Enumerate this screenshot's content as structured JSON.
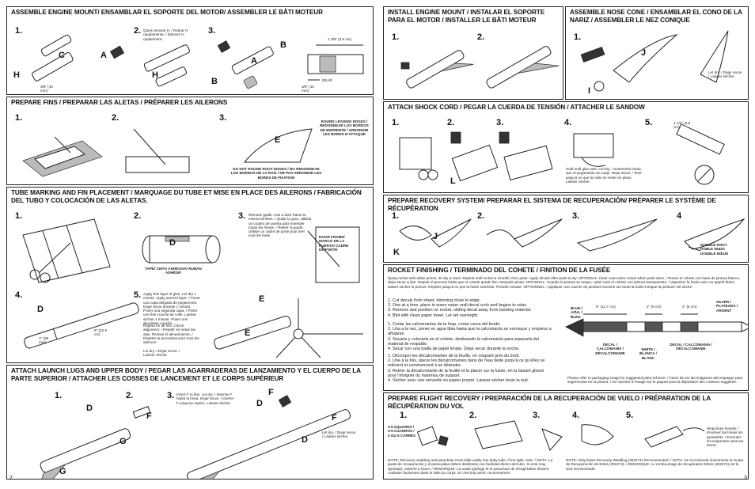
{
  "left": {
    "page_number": "2",
    "engine_mount": {
      "header": "ASSEMBLE ENGINE MOUNT/ ENSAMBLAR EL SOPORTE DEL MOTOR/ ASSEMBLER LE BÂTI MOTEUR",
      "steps": [
        "1.",
        "2.",
        "3."
      ],
      "step2_text": "Quick remove H. / Retirar H rapidamente. / Enlevez H rapidement.",
      "labels": {
        "c": "C",
        "a": "A",
        "h": "H",
        "b": "B"
      },
      "dim_38": "3/8\" (10 mm)",
      "dim_138": "1 3/8\" (3.5 cm)",
      "dim_rear_38": "3/8\" (10 mm)",
      "rear": "REAR"
    },
    "fins": {
      "header": "PREPARE FINS / PREPARAR LAS ALETAS / PRÉPARER LES AILERONS",
      "steps": [
        "1.",
        "2.",
        "3."
      ],
      "label_e": "E",
      "round_edges": "ROUND LEADING EDGES / REDONDEAR LOS BORDOS DE ENFRENTE / ARRONDIR LES BORDS D'ATTAQUE",
      "no_round": "DO NOT ROUND ROOT EDGES / NO REDONDEAR LOS BORDOS DE LA RAIZ / NE PAS ARRONDIR LES BORDS DE FIXATION"
    },
    "tube_marking": {
      "header": "TUBE MARKING AND FIN PLACEMENT / MARQUAGE DU TUBE ET MISE EN PLACE DES AILERONS / FABRICACIÓN DEL TUBO Y COLOCACIÓN DE LAS ALETAS.",
      "steps": [
        "1.",
        "2.",
        "3.",
        "4.",
        "5."
      ],
      "label_d": "D",
      "label_e": "E",
      "tape": "TAPE/ CINTA ADHESIVA/ RUBAN ADHÉSIF",
      "step3_text": "Remove guide. Use a door frame to extend all lines. / Quitar la guía. Utilizar un cuadro de puerta para extender todas las líneas. / Retirer la guide. Utiliser un cadre de porte pour tirer tous les traits.",
      "door_frame": "DOOR FRAME/ MARCO DE LA PUERTA/ CADRE DE PORTE",
      "step5_text": "Apply thin layer of glue. Let dry 1 minute. Apply second layer. / Poner una capa delgada de pegamento. Dejar secar durante 1 minuto. Poner una segunda capa. / Poser une fine couche de colle. Laisser sécher 1 minute. Poser une deuxième couche.",
      "repeat": "Repeat for all fins. Check alignment. / Repetir en todas las alas. Revisar el alineamiento. / Répéter la procédure pour tous les ailerons.",
      "let_dry": "Let dry. / Dejar secar. / Laisser sécher.",
      "dim_1": "1\" (25 mm)",
      "dim_9": "9\" (22.9 cm)"
    },
    "launch_lugs": {
      "header": "ATTACH LAUNCH LUGS AND UPPER BODY / PEGAR LAS AGARRADERAS DE LANZAMIENTO Y EL CUERPO DE LA PARTE SUPERIOR / ATTACHER LES COSSES DE LANCEMENT ET LE CORPS SUPÉRIEUR",
      "steps": [
        "1.",
        "2.",
        "3."
      ],
      "step3_text": "Insert F to line. Let dry. / Insertar F hasta la línea. Dejar secar. / Insérer F jusqu'au repère. Laisser sécher.",
      "labels": {
        "d": "D",
        "f": "F",
        "g": "G"
      },
      "let_dry": "Let dry. / Dejar secar. / Laisser sécher."
    }
  },
  "right": {
    "page_number": "3",
    "install_mount": {
      "header": "INSTALL ENGINE MOUNT / INSTALAR EL SOPORTE PARA EL MOTOR / INSTALLER LE BÂTI MOTEUR",
      "steps": [
        "1.",
        "2."
      ]
    },
    "nose_cone": {
      "header": "ASSEMBLE NOSE CONE / ENSAMBLAR EL CONO DE LA NARIZ / ASSEMBLER LE NEZ CONIQUE",
      "steps": [
        "1."
      ],
      "labels": {
        "j": "J",
        "i": "I"
      },
      "let_dry": "Let dry. / Dejar secar. / Laisser sécher."
    },
    "shock_cord": {
      "header": "ATTACH SHOCK CORD / PEGAR LA CUERDA DE TENSIÓN / ATTACHER LE SANDOW",
      "steps": [
        "1.",
        "2.",
        "3.",
        "4.",
        "5."
      ],
      "label_l": "L",
      "hold": "Hold until glue sets. Let dry. / Sostenerlo hasta que el pegamento se cuaje. Dejar secar. / Tenir jusqu'à ce que la colle se mette en place. Laisser sécher.",
      "dim": "1 1/2\" (3.8 cm)"
    },
    "recovery": {
      "header": "PREPARE RECOVERY SYSTEM/ PREPARAR EL SISTEMA DE RECUPERACIÓN/ PRÉPARER LE SYSTÈME DE RÉCUPÉRATION",
      "steps": [
        "1.",
        "2.",
        "3.",
        "4"
      ],
      "labels": {
        "j": "J",
        "k": "K"
      },
      "knot": "DOUBLE KNOT DOBLE NUDO DOUBLE NŒUD"
    },
    "finishing": {
      "header": "ROCKET FINISHING / TERMINADO DEL COHETE / FINITION DE LA FUSÉE",
      "intro": "Spray rocket with white primer, let dry & sand. Repeat until rocket is smooth, then paint. Apply decals after paint is dry. OPTIONAL: Clear coat entire rocket when paint dries. / Rociar el cohete con base de pintura blanca, dejar secar & lijar. Repetir el proceso hasta que el cohete quede liso. Después pintar. OPCIONAL: Cuando la pintura se seque, cubrir todo el cohete con pintura transparente. / Vaporiser la fusée avec un apprêt blanc, laisser sécher et poncer. Répéter jusqu'à ce que la fusée soit lisse. Peindre ensuite. OPTIONNEL : Appliquer une couche de peinture incolore sur toute la fusée lorsque la peinture est sèche.",
      "instructions_en": [
        "1. Cut decals from sheet, trimming close to edge.",
        "2. One at a time, place in warm water until decal curls and begins to relax.",
        "3. Remove and position on rocket, sliding decal away from backing material.",
        "4. Blot with clean paper towel. Let set overnight."
      ],
      "instructions_es": [
        "1. Cortar las calcomanías de la hoja, cortar cerca del bordo.",
        "2. Una a la vez, poner en agua tibia hasta que la calcomanía se enrosque y empiece a aflojarse.",
        "3. Sacarla y colocarla en el cohete, deslizando la calcomanía para separarla del material de respaldo.",
        "4. Secar con una toalla de papel limpia. Dejar secar durante la noche."
      ],
      "instructions_fr": [
        "1. Découper les décalcomanies de la feuille, en coupant près du bord.",
        "2. Une à la fois, placer les décalcomanies dans de l'eau tiède jusqu'à ce qu'elles se relèvent et commencent à se détendre.",
        "3. Retirer la décalcomanie de la feuille et la placer sur la fusée, en la faisant glisser pour l'éloigner du matériau de support.",
        "4. Sécher avec une serviette en papier propre. Laisser sécher toute la nuit."
      ],
      "color_blue": "BLUE / AZUL / BLEU",
      "color_silver": "SILVER / PLATEADA / ARGENT",
      "color_white": "WHITE / BLANCA / BLANC",
      "decal_1": "DECAL / CALCOMANÍA / DÉCALCOMANIE",
      "decal_2": "DECAL / CALCOMANÍA / DÉCALCOMANIE",
      "dim_5": "5\" (12.7 cm)",
      "dim_2a": "2\" (5 cm)",
      "dim_2b": "2\" (5 cm)",
      "refer": "Please refer to packaging image for suggested paint scheme. / Favor de ver las imágenes del empaque para sugerencias en la pintura. / Se reporter à l'image sur le paquet pour la disposition des couleurs suggérée."
    },
    "flight_recovery": {
      "header": "PREPARE FLIGHT RECOVERY / PREPARACIÓN DE LA RECUPERACIÓN DE VUELO / PRÉPARATION DE LA RÉCUPÉRATION DU VOL",
      "steps": [
        "1.",
        "2.",
        "3.",
        "4.",
        "5."
      ],
      "squares": "3-5 SQUARES / 3-5 CUADROS / 3 OU 5 CARRÉS",
      "wrap": "Wrap lines loosely. / Envolver las líneas sin apretarlas. / Enroulez les suspentes sans les serrer.",
      "note1": "NOTE: Recovery wadding and parachute must slide easily into body tube, if too tight, redo. / NOTA: La guata de recuperación y el paracaídas deben deslizarse con facilidad dentro del tubo. Si está muy apretado, volverlo a hacer. / REMARQUE: La ouate ignifuge et le parachute de récupération doivent coulisser facilement dans le tube du corps. Si c'est trop serré, recommencer.",
      "note2": "NOTE: Only Estes Recovery Wadding (302274) Recommended. / NOTA: Se recomienda únicamente la Guata de Recuperación de Estes (302274). / REMARQUE: Le rembourrage de récupération Estes (302274) est le seul recommandé."
    }
  }
}
